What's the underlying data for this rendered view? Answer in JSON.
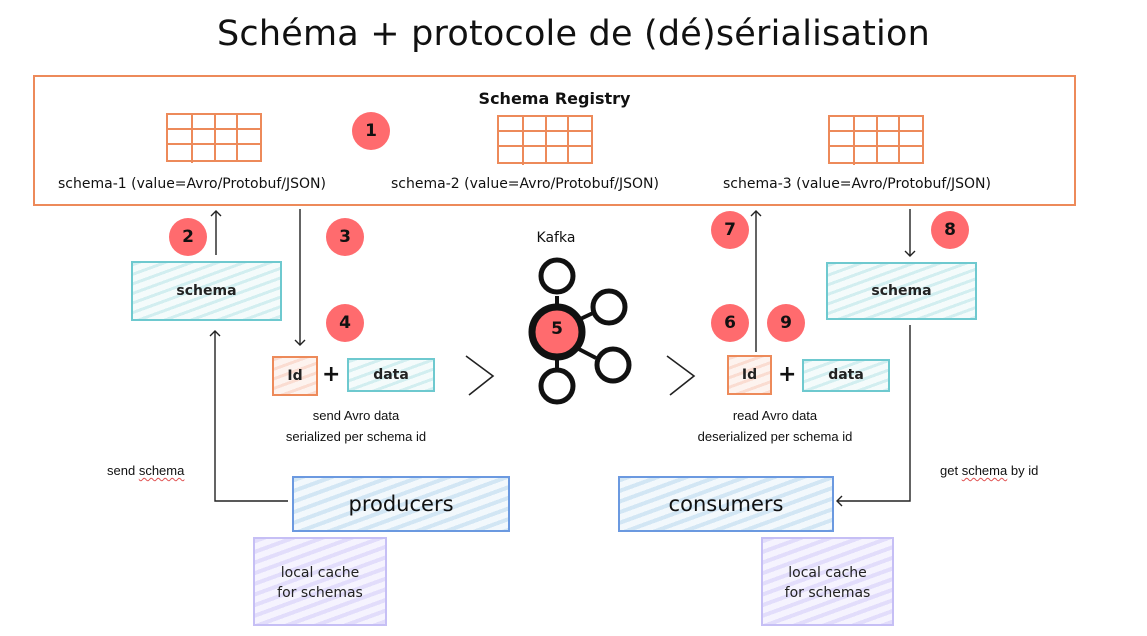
{
  "title": "Schéma + protocole de (dé)sérialisation",
  "registry": {
    "title": "Schema Registry",
    "schemas": [
      {
        "label": "schema-1 (value=Avro/Protobuf/JSON)",
        "icon": "table-grid-icon"
      },
      {
        "label": "schema-2 (value=Avro/Protobuf/JSON)",
        "icon": "table-grid-icon"
      },
      {
        "label": "schema-3 (value=Avro/Protobuf/JSON)",
        "icon": "table-grid-icon"
      }
    ]
  },
  "steps": [
    "1",
    "2",
    "3",
    "4",
    "5",
    "6",
    "7",
    "8",
    "9"
  ],
  "producer_side": {
    "schema_box": "schema",
    "id_box": "Id",
    "plus": "+",
    "data_box": "data",
    "caption_line1": "send Avro data",
    "caption_line2": "serialized per schema id",
    "side_label_word1": "send",
    "side_label_word2": "schema",
    "client_box": "producers",
    "cache_line1": "local cache",
    "cache_line2": "for schemas"
  },
  "kafka": {
    "label": "Kafka",
    "icon": "kafka-broker-icon"
  },
  "consumer_side": {
    "schema_box": "schema",
    "id_box": "Id",
    "plus": "+",
    "data_box": "data",
    "caption_line1": "read Avro data",
    "caption_line2": "deserialized per schema id",
    "side_label_word1": "get",
    "side_label_word2": "schema",
    "side_label_word3": "by id",
    "client_box": "consumers",
    "cache_line1": "local cache",
    "cache_line2": "for schemas"
  },
  "colors": {
    "registry_border": "#ed8a5a",
    "step_badge": "#ff6b6e",
    "schema_box": "#6ec9cf",
    "id_box": "#ed8a5a",
    "client_box": "#6b99e0",
    "cache_box": "#c6bff5"
  }
}
